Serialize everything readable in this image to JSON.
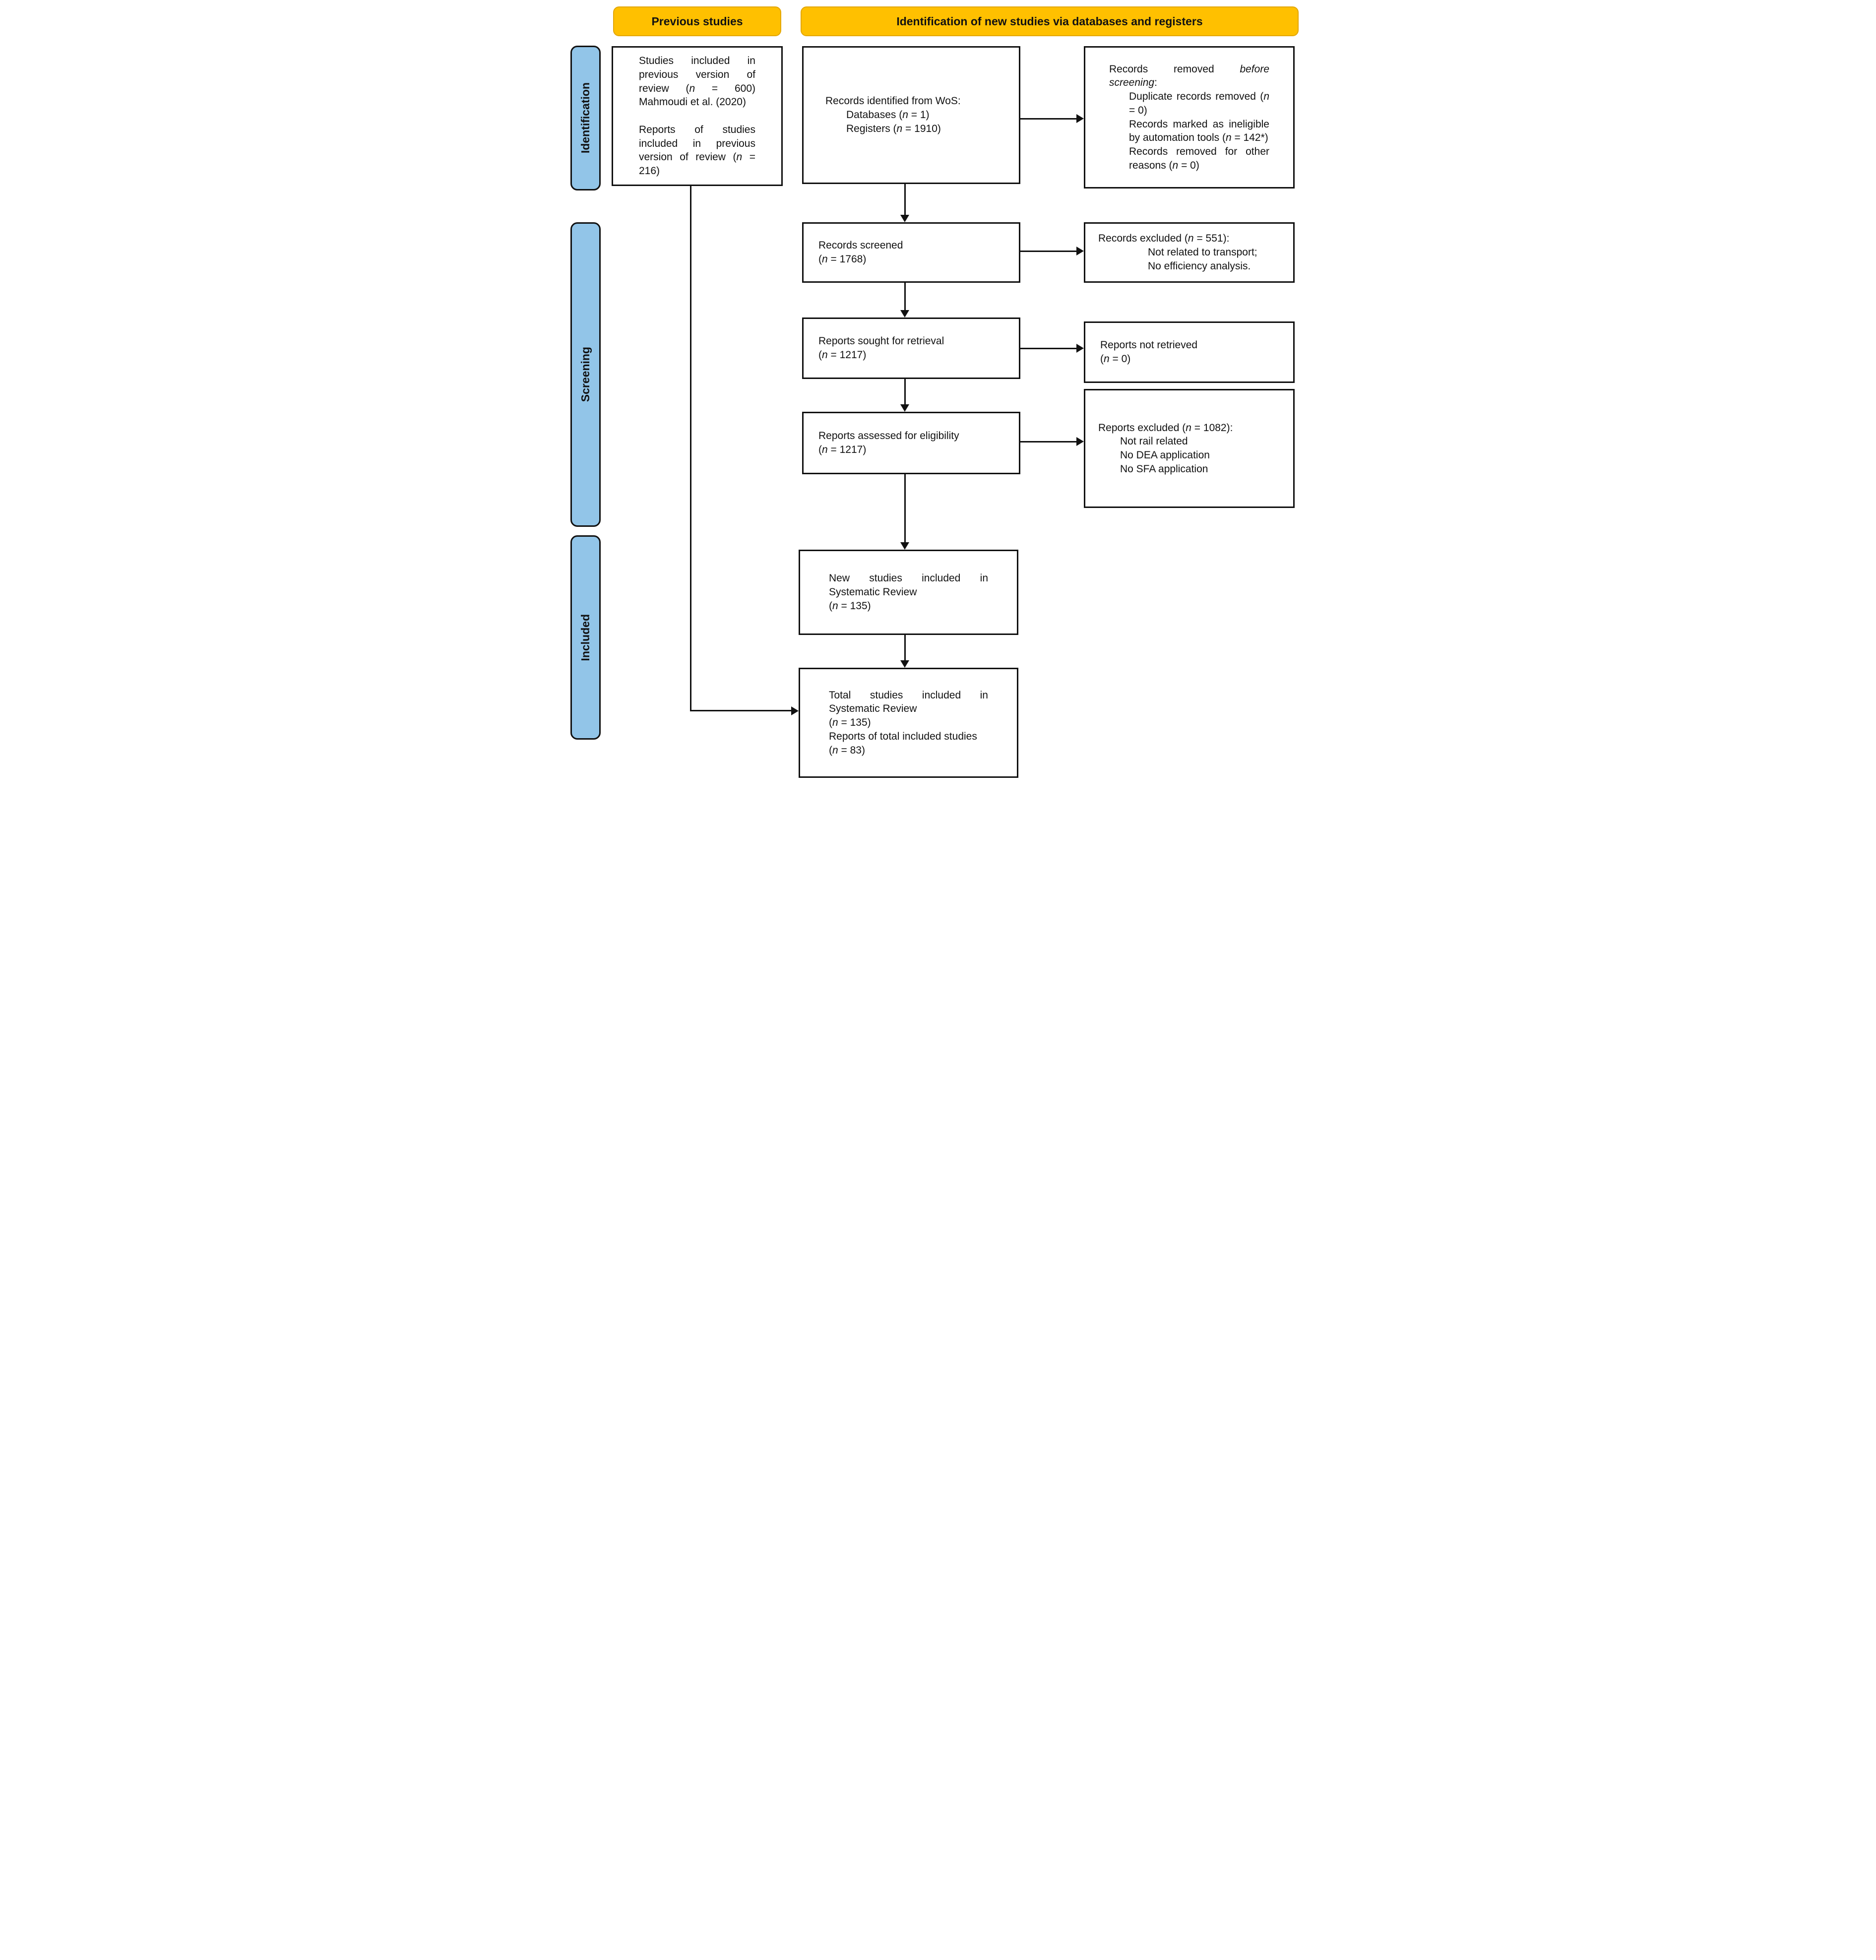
{
  "colors": {
    "banner_bg": "#FFC000",
    "banner_border": "#E3A600",
    "stage_bg": "#92C5E8",
    "line_color": "#111111"
  },
  "banners": {
    "previous": "Previous studies",
    "new_studies": "Identification of new studies via databases and registers"
  },
  "stages": [
    "Identification",
    "Screening",
    "Included"
  ],
  "boxes": {
    "previous_included": {
      "paragraphs": [
        "Studies included in previous version of review (<i>n</i> = 600) Mahmoudi et al. (2020)",
        "Reports of studies included in previous version of review (<i>n</i> = 216)"
      ]
    },
    "records_identified": {
      "title": "Records identified from WoS:",
      "items": [
        "Databases (<i>n</i> = 1)",
        "Registers (<i>n</i> = 1910)"
      ]
    },
    "records_removed": {
      "title": "Records removed <i>before screening</i>:",
      "items": [
        "Duplicate records removed (<i>n</i> = 0)",
        "Records marked as ineligible by automation tools (<i>n</i> = 142*)",
        "Records removed for other reasons (<i>n</i> = 0)"
      ]
    },
    "records_screened": {
      "lines": [
        "Records screened",
        "(<i>n</i> = 1768)"
      ]
    },
    "records_excluded": {
      "title": "Records excluded (<i>n</i> = 551):",
      "items": [
        "Not related to transport;",
        "No efficiency analysis."
      ]
    },
    "reports_sought": {
      "lines": [
        "Reports sought for retrieval",
        "(<i>n</i> = 1217)"
      ]
    },
    "reports_not_retrieved": {
      "lines": [
        "Reports not retrieved",
        "(<i>n</i> = 0)"
      ]
    },
    "reports_assessed": {
      "lines": [
        "Reports assessed for eligibility",
        "(<i>n</i> = 1217)"
      ]
    },
    "reports_excluded": {
      "title": "Reports excluded (<i>n</i> = 1082):",
      "items": [
        "Not rail related",
        "No DEA application",
        "No SFA application"
      ]
    },
    "new_included": {
      "paragraph": "New studies included in Systematic Review",
      "count_line": "(<i>n</i> = 135)"
    },
    "total_included": {
      "paragraph": "Total studies included in Systematic Review",
      "count_line": "(<i>n</i> = 135)",
      "paragraph2": "Reports of total included studies",
      "count_line2": "(<i>n</i> = 83)"
    }
  }
}
